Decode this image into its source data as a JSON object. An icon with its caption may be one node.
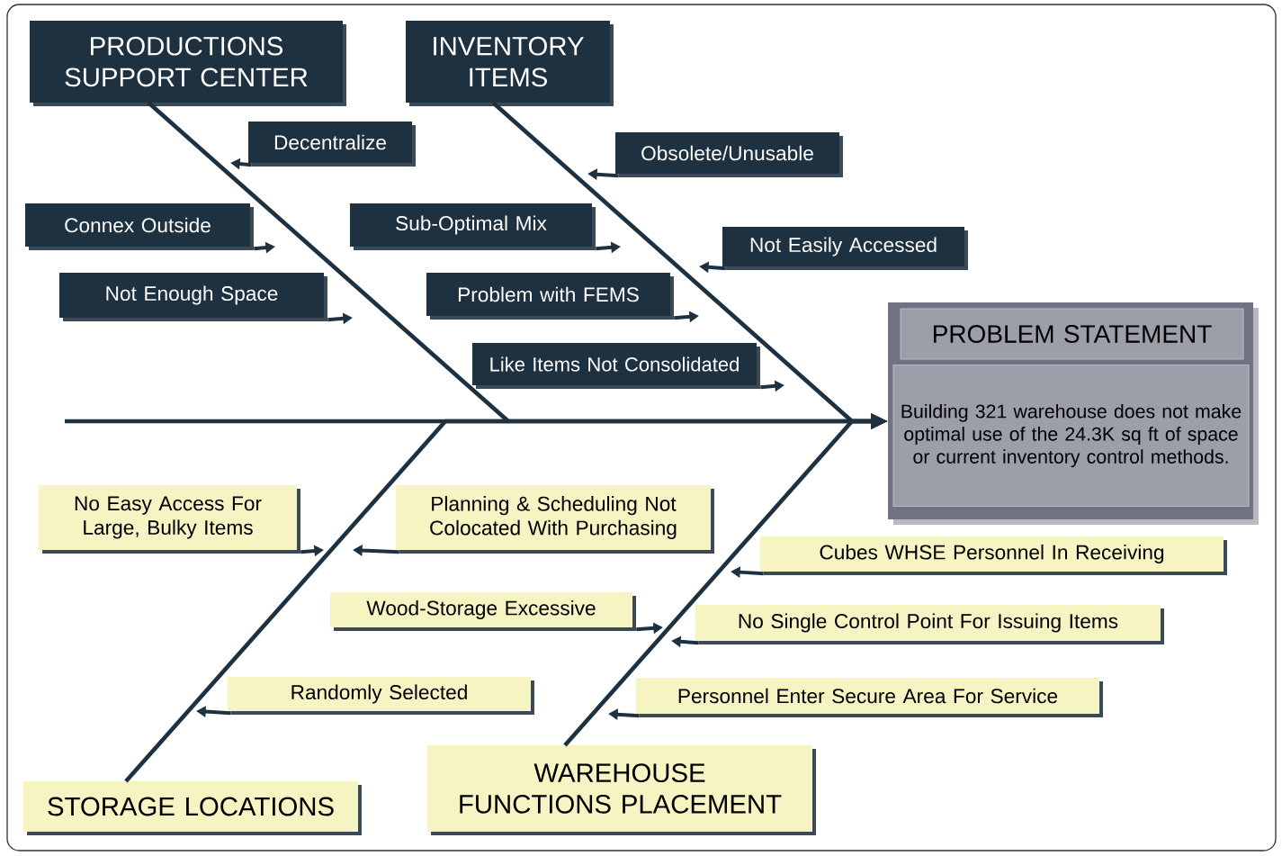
{
  "diagram": {
    "nodes": [
      {
        "text": [
          "PRODUCTIONS SUPPORT CENTER"
        ]
      },
      {
        "text": [
          "INVENTORY ITEMS"
        ]
      },
      {
        "text": [
          "STORAGE LOCATIONS"
        ]
      },
      {
        "text": [
          "WAREHOUSE FUNCTIONS PLACEMENT"
        ]
      },
      {
        "text": [
          "Decentralize"
        ]
      },
      {
        "text": [
          "Connex Outside"
        ]
      },
      {
        "text": [
          "Not Enough Space"
        ]
      },
      {
        "text": [
          "Sub-Optimal Mix"
        ]
      },
      {
        "text": [
          "Problem with FEMS"
        ]
      },
      {
        "text": [
          "Like Items Not Consolidated"
        ]
      },
      {
        "text": [
          "Obsolete/Unusable"
        ]
      },
      {
        "text": [
          "Not Easily Accessed"
        ]
      },
      {
        "text": [
          "No Easy Access For Large, Bulky Items"
        ]
      },
      {
        "text": [
          "Planning & Scheduling Not Colocated With Purchasing"
        ]
      },
      {
        "text": [
          "Wood-Storage Excessive"
        ]
      },
      {
        "text": [
          "Randomly Selected"
        ]
      },
      {
        "text": [
          "Cubes WHSE Personnel In Receiving"
        ]
      },
      {
        "text": [
          "No Single Control Point For Issuing Items"
        ]
      },
      {
        "text": [
          "Personnel Enter Secure Area For Service"
        ]
      },
      {
        "text": [
          "PROBLEM STATEMENT",
          "Building 321 warehouse does not make optimal use of the 24.3K sq ft of space or current inventory control methods."
        ]
      }
    ],
    "edges": [
      {
        "from": 0,
        "to": 19,
        "arrow": "to"
      },
      {
        "from": 1,
        "to": 19,
        "arrow": "to"
      },
      {
        "from": 2,
        "to": 19,
        "arrow": "to"
      },
      {
        "from": 3,
        "to": 19,
        "arrow": "to"
      },
      {
        "from": 4,
        "to": null,
        "arrow": "to"
      },
      {
        "from": 5,
        "to": null,
        "arrow": "to"
      },
      {
        "from": 6,
        "to": null,
        "arrow": "to"
      },
      {
        "from": 7,
        "to": null,
        "arrow": "to"
      },
      {
        "from": 8,
        "to": null,
        "arrow": "to"
      },
      {
        "from": 9,
        "to": null,
        "arrow": "to"
      },
      {
        "from": 10,
        "to": null,
        "arrow": "to"
      },
      {
        "from": 11,
        "to": null,
        "arrow": "to"
      },
      {
        "from": 12,
        "to": null,
        "arrow": "to"
      },
      {
        "from": 13,
        "to": null,
        "arrow": "to"
      },
      {
        "from": 14,
        "to": null,
        "arrow": "to"
      },
      {
        "from": 15,
        "to": null,
        "arrow": "to"
      },
      {
        "from": 16,
        "to": null,
        "arrow": "to"
      },
      {
        "from": 17,
        "to": null,
        "arrow": "to"
      },
      {
        "from": 18,
        "to": null,
        "arrow": "to"
      }
    ]
  }
}
